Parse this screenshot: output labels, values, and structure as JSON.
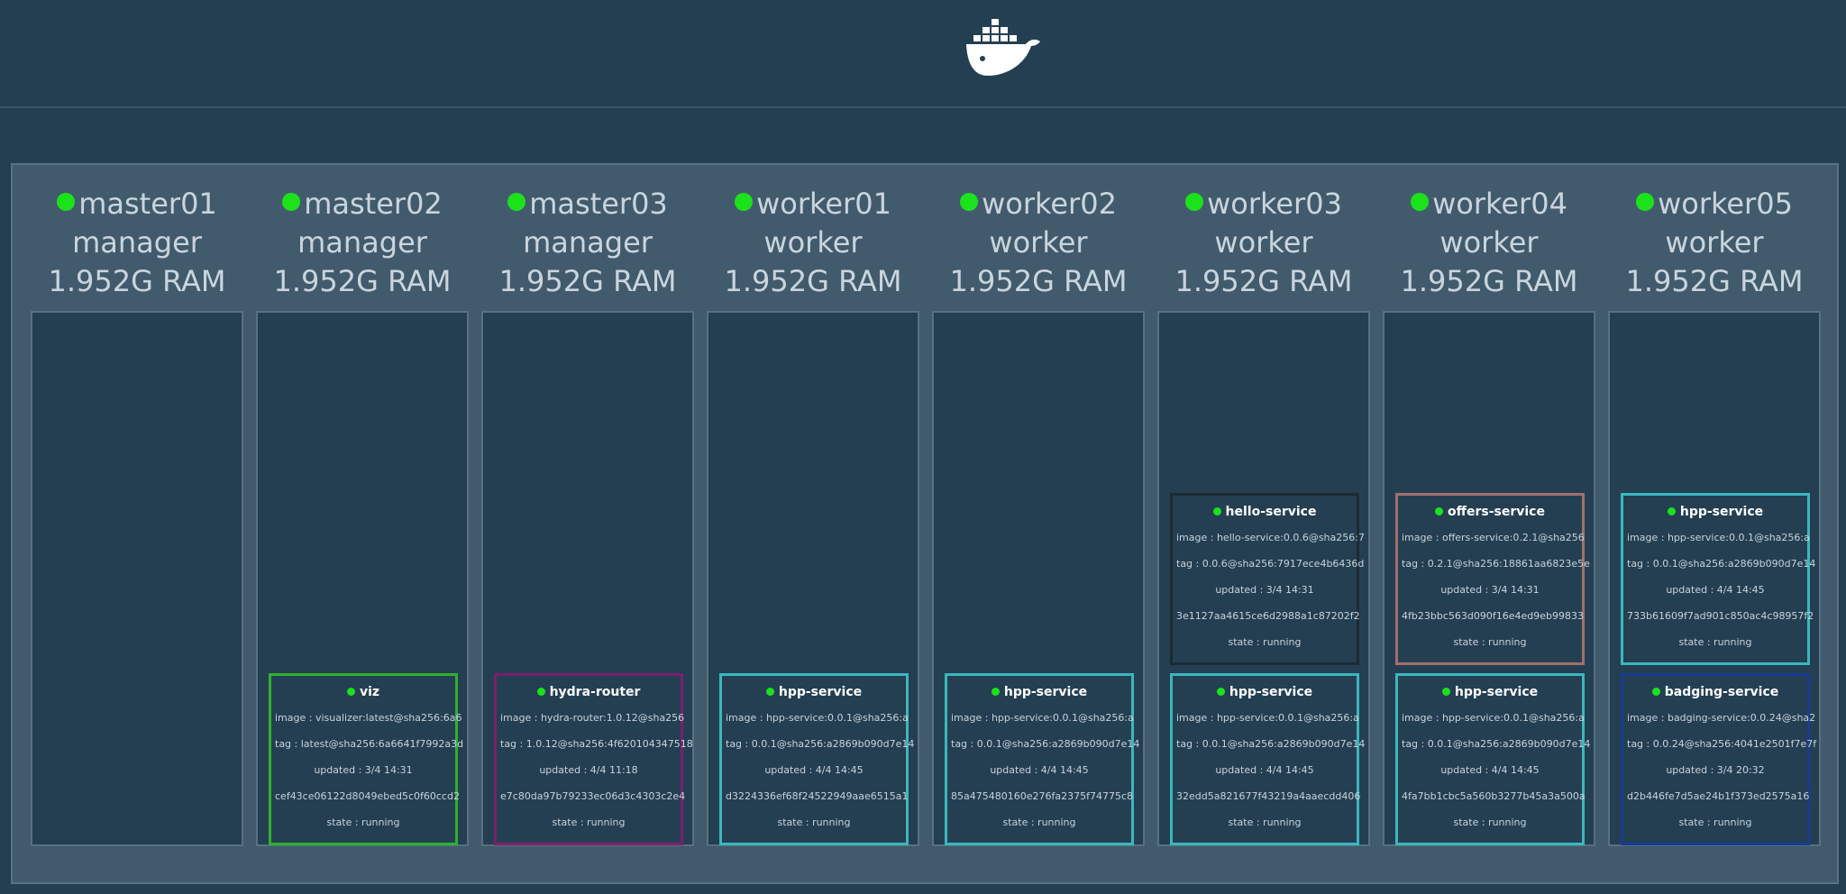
{
  "app": {
    "logo_icon": "docker-whale-icon"
  },
  "colors": {
    "background": "#243f52",
    "cluster_panel": "#425b6c",
    "status_running": "#1be21b",
    "task_hpp": "#3ab7be",
    "task_viz": "#2fb12f",
    "task_hydra": "#7b1f6e",
    "task_hello": "#1b2b30",
    "task_offers": "#a0706d",
    "task_badging": "#1a3a92"
  },
  "nodes": [
    {
      "name": "master01",
      "role": "manager",
      "ram": "1.952G RAM",
      "tasks": []
    },
    {
      "name": "master02",
      "role": "manager",
      "ram": "1.952G RAM",
      "tasks": [
        {
          "name": "viz",
          "image": "image : visualizer:latest@sha256:6a6",
          "tag": "tag : latest@sha256:6a6641f7992a3d",
          "updated": "updated : 3/4 14:31",
          "id": "cef43ce06122d8049ebed5c0f60ccd2",
          "state": "state : running"
        }
      ]
    },
    {
      "name": "master03",
      "role": "manager",
      "ram": "1.952G RAM",
      "tasks": [
        {
          "name": "hydra-router",
          "image": "image : hydra-router:1.0.12@sha256",
          "tag": "tag : 1.0.12@sha256:4f620104347518",
          "updated": "updated : 4/4 11:18",
          "id": "e7c80da97b79233ec06d3c4303c2e4",
          "state": "state : running"
        }
      ]
    },
    {
      "name": "worker01",
      "role": "worker",
      "ram": "1.952G RAM",
      "tasks": [
        {
          "name": "hpp-service",
          "image": "image : hpp-service:0.0.1@sha256:a",
          "tag": "tag : 0.0.1@sha256:a2869b090d7e14",
          "updated": "updated : 4/4 14:45",
          "id": "d3224336ef68f24522949aae6515a1",
          "state": "state : running"
        }
      ]
    },
    {
      "name": "worker02",
      "role": "worker",
      "ram": "1.952G RAM",
      "tasks": [
        {
          "name": "hpp-service",
          "image": "image : hpp-service:0.0.1@sha256:a",
          "tag": "tag : 0.0.1@sha256:a2869b090d7e14",
          "updated": "updated : 4/4 14:45",
          "id": "85a475480160e276fa2375f74775c8",
          "state": "state : running"
        }
      ]
    },
    {
      "name": "worker03",
      "role": "worker",
      "ram": "1.952G RAM",
      "tasks": [
        {
          "name": "hello-service",
          "image": "image : hello-service:0.0.6@sha256:7",
          "tag": "tag : 0.0.6@sha256:7917ece4b6436d",
          "updated": "updated : 3/4 14:31",
          "id": "3e1127aa4615ce6d2988a1c87202f2",
          "state": "state : running"
        },
        {
          "name": "hpp-service",
          "image": "image : hpp-service:0.0.1@sha256:a",
          "tag": "tag : 0.0.1@sha256:a2869b090d7e14",
          "updated": "updated : 4/4 14:45",
          "id": "32edd5a821677f43219a4aaecdd406",
          "state": "state : running"
        }
      ]
    },
    {
      "name": "worker04",
      "role": "worker",
      "ram": "1.952G RAM",
      "tasks": [
        {
          "name": "offers-service",
          "image": "image : offers-service:0.2.1@sha256",
          "tag": "tag : 0.2.1@sha256:18861aa6823e5e",
          "updated": "updated : 3/4 14:31",
          "id": "4fb23bbc563d090f16e4ed9eb99833",
          "state": "state : running"
        },
        {
          "name": "hpp-service",
          "image": "image : hpp-service:0.0.1@sha256:a",
          "tag": "tag : 0.0.1@sha256:a2869b090d7e14",
          "updated": "updated : 4/4 14:45",
          "id": "4fa7bb1cbc5a560b3277b45a3a500a",
          "state": "state : running"
        }
      ]
    },
    {
      "name": "worker05",
      "role": "worker",
      "ram": "1.952G RAM",
      "tasks": [
        {
          "name": "hpp-service",
          "image": "image : hpp-service:0.0.1@sha256:a",
          "tag": "tag : 0.0.1@sha256:a2869b090d7e14",
          "updated": "updated : 4/4 14:45",
          "id": "733b61609f7ad901c850ac4c98957f2",
          "state": "state : running"
        },
        {
          "name": "badging-service",
          "image": "image : badging-service:0.0.24@sha2",
          "tag": "tag : 0.0.24@sha256:4041e2501f7e7f",
          "updated": "updated : 3/4 20:32",
          "id": "d2b446fe7d5ae24b1f373ed2575a16",
          "state": "state : running"
        }
      ]
    }
  ]
}
